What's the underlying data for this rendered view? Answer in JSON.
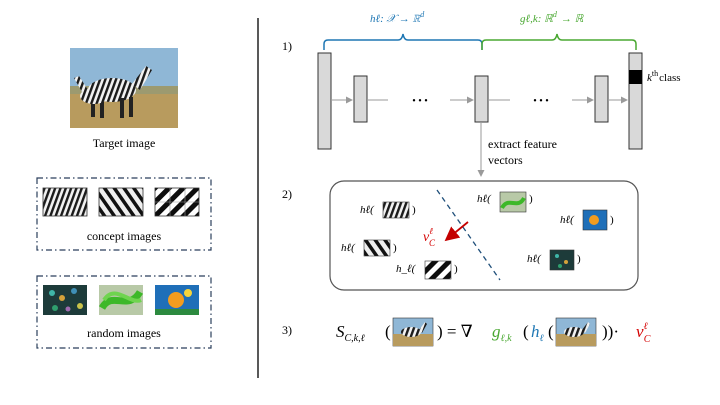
{
  "left": {
    "target_caption": "Target image",
    "concept_caption": "concept images",
    "random_caption": "random images"
  },
  "steps": {
    "s1": "1)",
    "s2": "2)",
    "s3": "3)"
  },
  "step1": {
    "h_label": "hℓ: 𝒳 → ℝ",
    "h_sup": "d",
    "g_label": "gℓ,k: ℝ",
    "g_sup": "d",
    "g_tail": "→ ℝ",
    "dots": "• • •",
    "kth": "k",
    "kth_sup": "th",
    "kth_tail": "class",
    "extract_line1": "extract feature",
    "extract_line2": "vectors",
    "h_color": "#1f77b4",
    "g_color": "#4aa832"
  },
  "step2": {
    "h_prefix": "hℓ(",
    "h_plain_prefix": "h_ℓ(",
    "close": ")",
    "v_label": "v",
    "v_sub": "C",
    "v_sup": "ℓ",
    "v_color": "#d40000"
  },
  "step3": {
    "S": "S",
    "S_sub": "C,k,ℓ",
    "open": "(",
    "eq": ") = ∇",
    "g": "g",
    "g_sub": "ℓ,k",
    "g_open": "(",
    "h": "h",
    "h_sub": "ℓ",
    "h_open": "(",
    "tail": "))·",
    "v": "v",
    "v_sub": "C",
    "v_sup": "ℓ"
  }
}
